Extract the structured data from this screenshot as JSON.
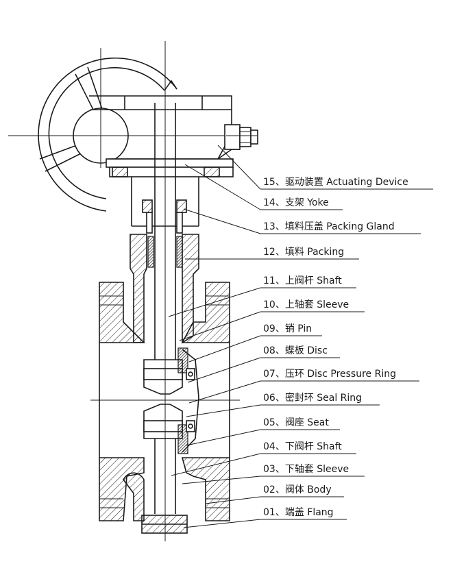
{
  "labels": [
    {
      "id": "15",
      "text": "15、驱动装置 Actuating Device"
    },
    {
      "id": "14",
      "text": "14、支架 Yoke"
    },
    {
      "id": "13",
      "text": "13、填料压盖 Packing Gland"
    },
    {
      "id": "12",
      "text": "12、填料 Packing"
    },
    {
      "id": "11",
      "text": "11、上阀杆 Shaft"
    },
    {
      "id": "10",
      "text": "10、上轴套 Sleeve"
    },
    {
      "id": "09",
      "text": "09、销 Pin"
    },
    {
      "id": "08",
      "text": "08、蝶板 Disc"
    },
    {
      "id": "07",
      "text": "07、压环 Disc Pressure Ring"
    },
    {
      "id": "06",
      "text": "06、密封环 Seal Ring"
    },
    {
      "id": "05",
      "text": "05、阀座 Seat"
    },
    {
      "id": "04",
      "text": "04、下阀杆 Shaft"
    },
    {
      "id": "03",
      "text": "03、下轴套 Sleeve"
    },
    {
      "id": "02",
      "text": "02、阀体 Body"
    },
    {
      "id": "01",
      "text": "01、端盖 Flang"
    }
  ],
  "colors": {
    "ink": "#1a1a1a",
    "background": "#ffffff"
  }
}
